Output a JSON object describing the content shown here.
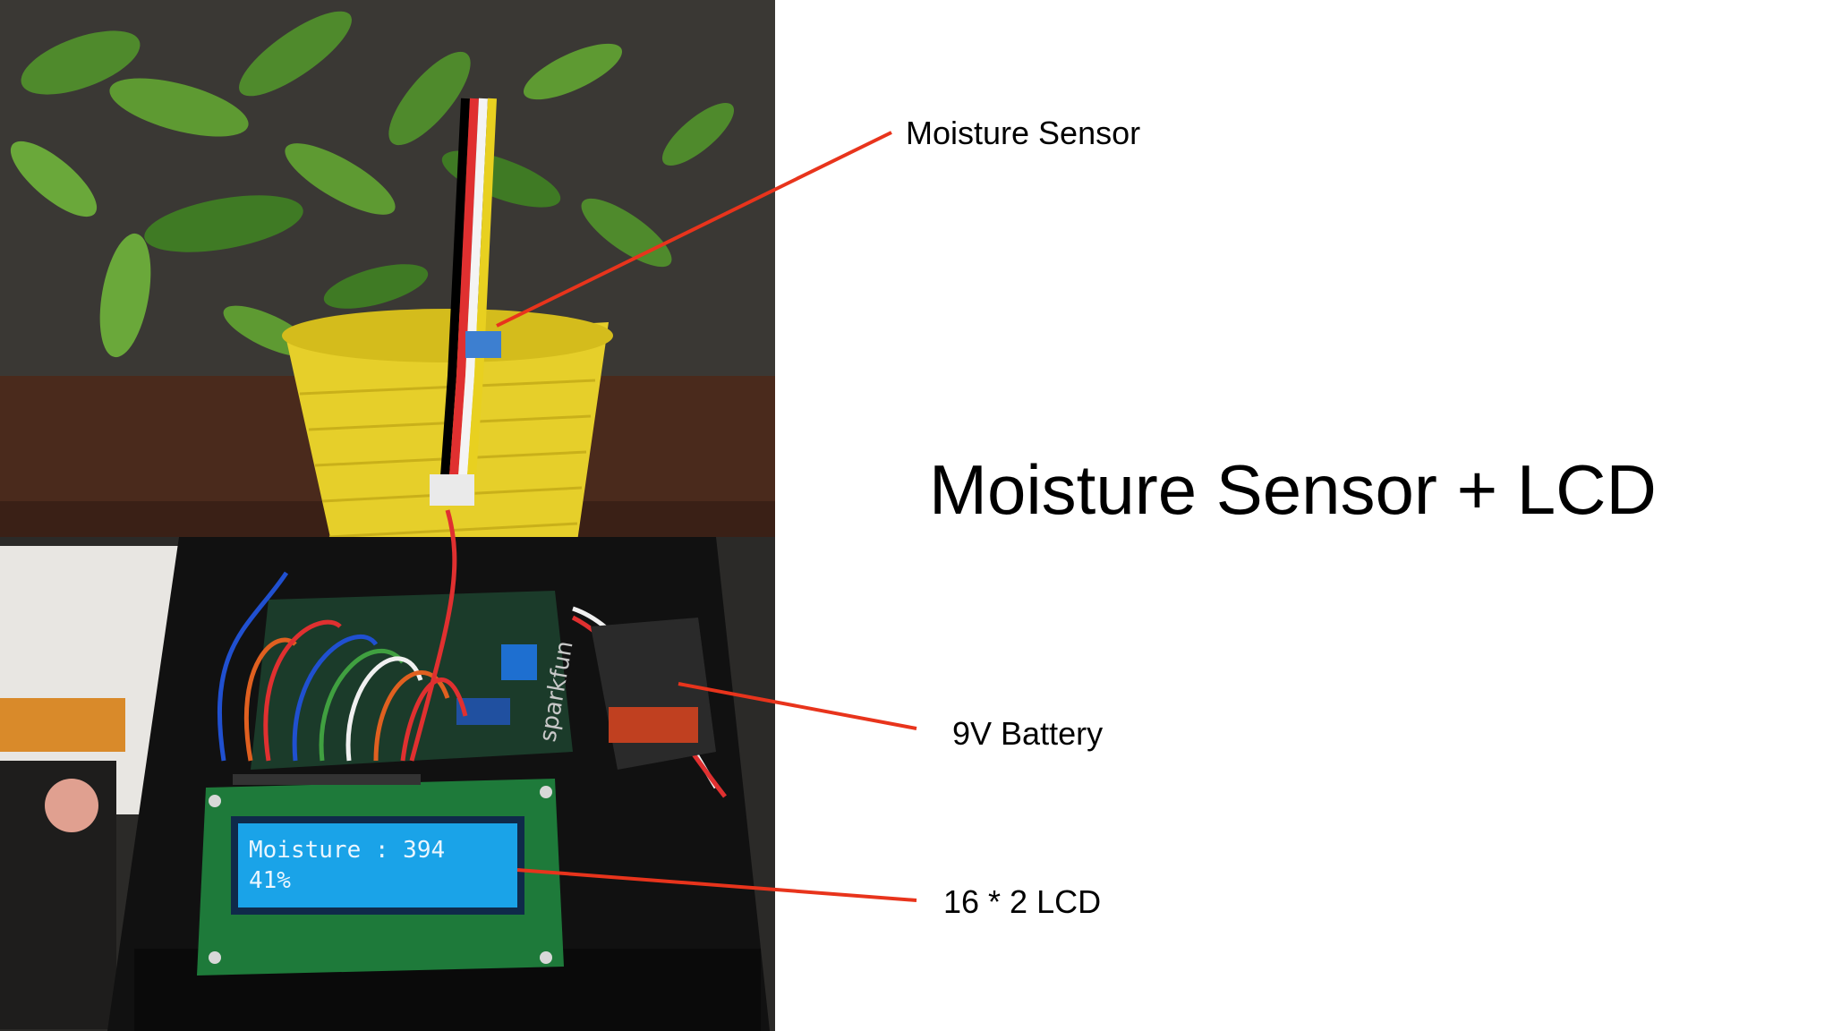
{
  "slide": {
    "title": "Moisture Sensor + LCD"
  },
  "callouts": [
    {
      "id": "moisture-sensor",
      "label": "Moisture Sensor"
    },
    {
      "id": "battery",
      "label": "9V Battery"
    },
    {
      "id": "lcd",
      "label": "16 * 2 LCD"
    }
  ],
  "photo": {
    "lcd_line1": "Moisture : 394",
    "lcd_line2": "41%",
    "board_brand": "sparkfun"
  },
  "colors": {
    "callout_line": "#e8341c",
    "pot": "#e6cf2a",
    "lcd_screen": "#1aa3e8",
    "background": "#ffffff"
  }
}
